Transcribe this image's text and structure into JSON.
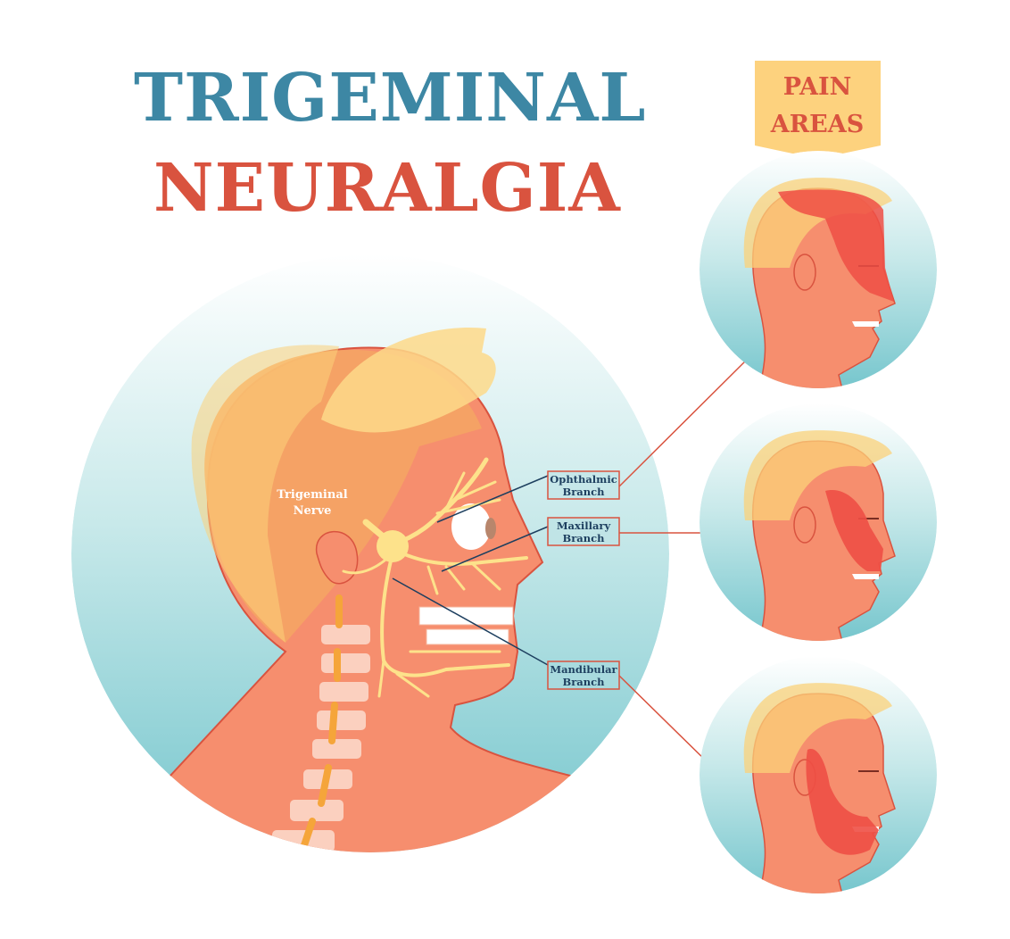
{
  "title": {
    "line1": "TRIGEMINAL",
    "line2": "NEURALGIA",
    "line1_color": "#3d87a4",
    "line2_color": "#d9533f"
  },
  "pain_areas": {
    "line1": "PAIN",
    "line2": "AREAS",
    "banner_color": "#fdd27e"
  },
  "labels": {
    "trigeminal_nerve": [
      "Trigeminal",
      "Nerve"
    ],
    "ophthalmic": [
      "Ophthalmic",
      "Branch"
    ],
    "maxillary": [
      "Maxillary",
      "Branch"
    ],
    "mandibular": [
      "Mandibular",
      "Branch"
    ]
  },
  "colors": {
    "skin": "#f68e6e",
    "pain": "#ee4f45",
    "nerve": "#fde28b",
    "bg_top": "#ffffff",
    "bg_bottom": "#7fcbd1",
    "label_border": "#d9533f",
    "label_text": "#1d3f5f"
  }
}
